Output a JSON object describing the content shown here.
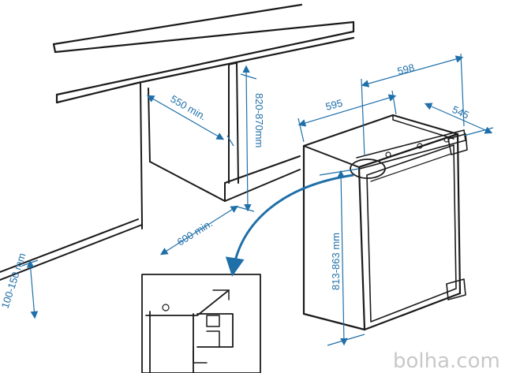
{
  "labels": {
    "depth_min": "550 min.",
    "height_range": "820-870mm",
    "clearance_min": "600 min.",
    "plinth_range": "100-150 mm",
    "width_595": "595",
    "width_598": "598",
    "depth_545": "545",
    "appliance_height": "813-863 mm"
  },
  "watermark": "bolha.com",
  "colors": {
    "line": "#1a1a1a",
    "dimension": "#1f6fa8",
    "watermark": "#c8c8c8"
  }
}
